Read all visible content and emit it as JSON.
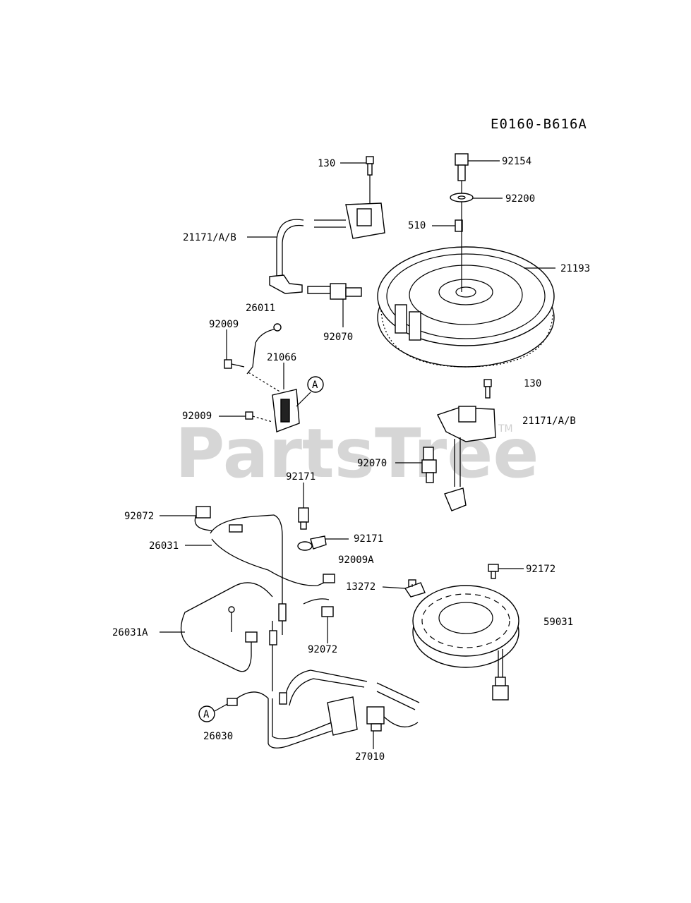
{
  "diagram": {
    "code": "E0160-B616A",
    "watermark": "PartsTree",
    "watermark_mark": "TM",
    "ref_marker": "A",
    "labels": {
      "p130_top": "130",
      "p92154": "92154",
      "p92200": "92200",
      "p510": "510",
      "p21171_top": "21171/A/B",
      "p21193": "21193",
      "p26011": "26011",
      "p92070_top": "92070",
      "p92009_top": "92009",
      "p21066": "21066",
      "p92009_mid": "92009",
      "p130_mid": "130",
      "p21171_mid": "21171/A/B",
      "p92070_mid": "92070",
      "p92171_top": "92171",
      "p92072_top": "92072",
      "p26031": "26031",
      "p92171_mid": "92171",
      "p92009A": "92009A",
      "p13272": "13272",
      "p92172": "92172",
      "p59031": "59031",
      "p26031A": "26031A",
      "p92072_mid": "92072",
      "p26030": "26030",
      "p27010": "27010"
    }
  }
}
